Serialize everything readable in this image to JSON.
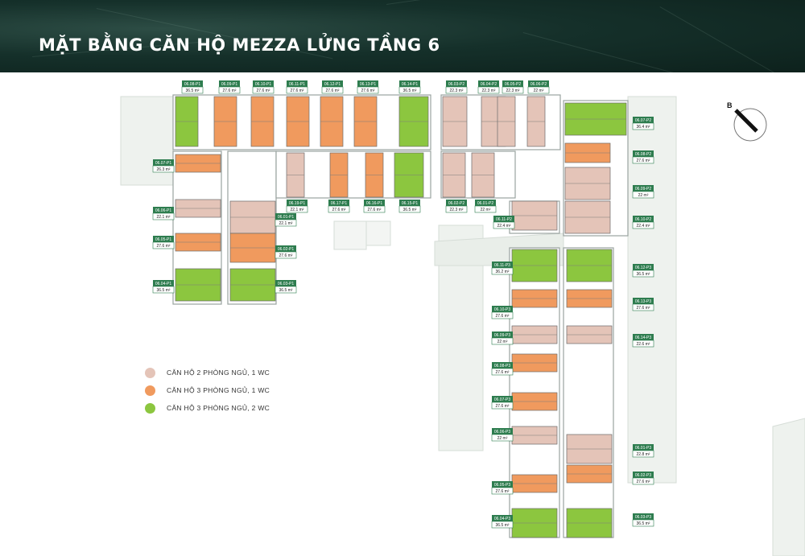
{
  "title": "MẶT BẰNG CĂN HỘ MEZZA LỬNG TẦNG 6",
  "compass_label": "B",
  "colors": {
    "two_bed_one_wc": "#e4c4b8",
    "three_bed_one_wc": "#f09a5e",
    "three_bed_two_wc": "#8cc63f",
    "banner": "#15302a",
    "tag_border": "#2e7d4f"
  },
  "legend": [
    {
      "label": "CĂN HỘ 2 PHÒNG NGỦ, 1 WC",
      "color": "#e4c4b8"
    },
    {
      "label": "CĂN HỘ 3 PHÒNG NGỦ, 1 WC",
      "color": "#f09a5e"
    },
    {
      "label": "CĂN HỘ 3 PHÒNG NGỦ, 2 WC",
      "color": "#8cc63f"
    }
  ],
  "units": [
    {
      "code": "06.08-P1",
      "area": "36.5 m²",
      "type": "g"
    },
    {
      "code": "06.09-P1",
      "area": "27.6 m²",
      "type": "o"
    },
    {
      "code": "06.10-P1",
      "area": "27.6 m²",
      "type": "o"
    },
    {
      "code": "06.11-P1",
      "area": "27.6 m²",
      "type": "o"
    },
    {
      "code": "06.12-P1",
      "area": "27.6 m²",
      "type": "o"
    },
    {
      "code": "06.13-P1",
      "area": "27.6 m²",
      "type": "o"
    },
    {
      "code": "06.14-P1",
      "area": "36.5 m²",
      "type": "g"
    },
    {
      "code": "06.03-P2",
      "area": "22.3 m²",
      "type": "p"
    },
    {
      "code": "06.04-P2",
      "area": "22.3 m²",
      "type": "p"
    },
    {
      "code": "06.05-P2",
      "area": "22.3 m²",
      "type": "p"
    },
    {
      "code": "06.06-P2",
      "area": "22 m²",
      "type": "p"
    },
    {
      "code": "06.07-P2",
      "area": "36.4 m²",
      "type": "g"
    },
    {
      "code": "06.08-P2",
      "area": "27.6 m²",
      "type": "o"
    },
    {
      "code": "06.09-P2",
      "area": "22 m²",
      "type": "p"
    },
    {
      "code": "06.10-P2",
      "area": "22.4 m²",
      "type": "p"
    },
    {
      "code": "06.07-P1",
      "area": "26.3 m²",
      "type": "o"
    },
    {
      "code": "06.06-P1",
      "area": "22.1 m²",
      "type": "p"
    },
    {
      "code": "06.05-P1",
      "area": "27.6 m²",
      "type": "o"
    },
    {
      "code": "06.04-P1",
      "area": "36.5 m²",
      "type": "g"
    },
    {
      "code": "06.19-P1",
      "area": "22.1 m²",
      "type": "p"
    },
    {
      "code": "06.01-P1",
      "area": "22.1 m²",
      "type": "p"
    },
    {
      "code": "06.02-P1",
      "area": "27.6 m²",
      "type": "o"
    },
    {
      "code": "06.03-P1",
      "area": "36.5 m²",
      "type": "g"
    },
    {
      "code": "06.17-P1",
      "area": "27.6 m²",
      "type": "o"
    },
    {
      "code": "06.16-P1",
      "area": "27.6 m²",
      "type": "o"
    },
    {
      "code": "06.15-P1",
      "area": "36.5 m²",
      "type": "g"
    },
    {
      "code": "06.02-P2",
      "area": "22.3 m²",
      "type": "p"
    },
    {
      "code": "06.01-P2",
      "area": "22 m²",
      "type": "p"
    },
    {
      "code": "06.11-P2",
      "area": "22.4 m²",
      "type": "p"
    },
    {
      "code": "06.11-P3",
      "area": "36.2 m²",
      "type": "g"
    },
    {
      "code": "06.10-P3",
      "area": "27.6 m²",
      "type": "o"
    },
    {
      "code": "06.09-P3",
      "area": "22 m²",
      "type": "p"
    },
    {
      "code": "06.08-P3",
      "area": "27.6 m²",
      "type": "o"
    },
    {
      "code": "06.07-P3",
      "area": "27.6 m²",
      "type": "o"
    },
    {
      "code": "06.06-P3",
      "area": "22 m²",
      "type": "p"
    },
    {
      "code": "06.05-P3",
      "area": "27.6 m²",
      "type": "o"
    },
    {
      "code": "06.04-P3",
      "area": "36.5 m²",
      "type": "g"
    },
    {
      "code": "06.12-P3",
      "area": "36.5 m²",
      "type": "g"
    },
    {
      "code": "06.13-P3",
      "area": "27.6 m²",
      "type": "o"
    },
    {
      "code": "06.14-P3",
      "area": "22.6 m²",
      "type": "p"
    },
    {
      "code": "06.01-P3",
      "area": "22.8 m²",
      "type": "p"
    },
    {
      "code": "06.02-P3",
      "area": "27.6 m²",
      "type": "o"
    },
    {
      "code": "06.03-P3",
      "area": "36.5 m²",
      "type": "g"
    }
  ]
}
